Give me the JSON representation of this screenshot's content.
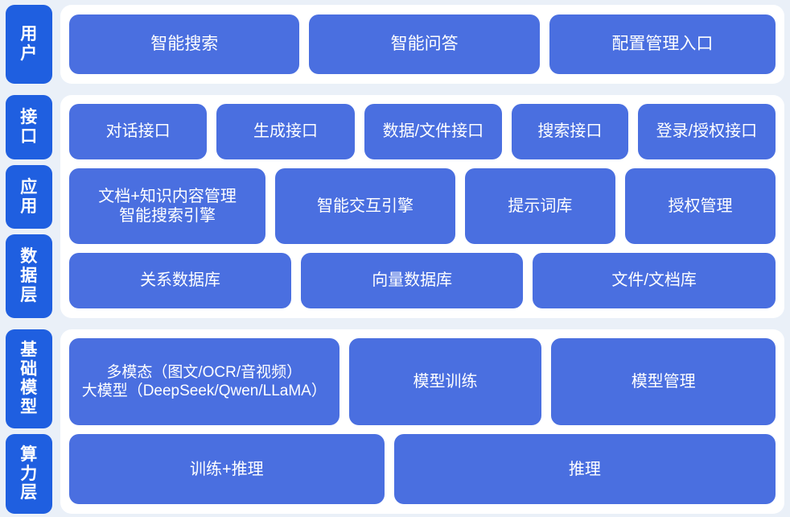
{
  "colors": {
    "page_background": "#eaf0f8",
    "panel_background": "#ffffff",
    "node_fill": "#4a6fe0",
    "side_tab_fill": "#1f5fe0",
    "text": "#ffffff"
  },
  "bands": {
    "user": {
      "tab_label": "用户",
      "nodes": [
        {
          "label": "智能搜索"
        },
        {
          "label": "智能问答"
        },
        {
          "label": "配置管理入口"
        }
      ]
    },
    "middle": {
      "tabs": [
        {
          "label": "接口"
        },
        {
          "label": "应用"
        },
        {
          "label": "数据层"
        }
      ],
      "interface_row": [
        {
          "label": "对话接口"
        },
        {
          "label": "生成接口"
        },
        {
          "label": "数据/文件接口"
        },
        {
          "label": "搜索接口"
        },
        {
          "label": "登录/授权接口"
        }
      ],
      "application_row": [
        {
          "line1": "文档+知识内容管理",
          "line2": "智能搜索引擎"
        },
        {
          "line1": "智能交互引擎"
        },
        {
          "line1": "提示词库"
        },
        {
          "line1": "授权管理"
        }
      ],
      "data_row": [
        {
          "label": "关系数据库"
        },
        {
          "label": "向量数据库"
        },
        {
          "label": "文件/文档库"
        }
      ]
    },
    "base": {
      "tabs": [
        {
          "label": "基础模型"
        },
        {
          "label": "算力层"
        }
      ],
      "model_row": [
        {
          "line1": "多模态（图文/OCR/音视频）",
          "line2": "大模型（DeepSeek/Qwen/LLaMA）"
        },
        {
          "line1": "模型训练"
        },
        {
          "line1": "模型管理"
        }
      ],
      "compute_row": [
        {
          "label": "训练+推理"
        },
        {
          "label": "推理"
        }
      ]
    }
  }
}
